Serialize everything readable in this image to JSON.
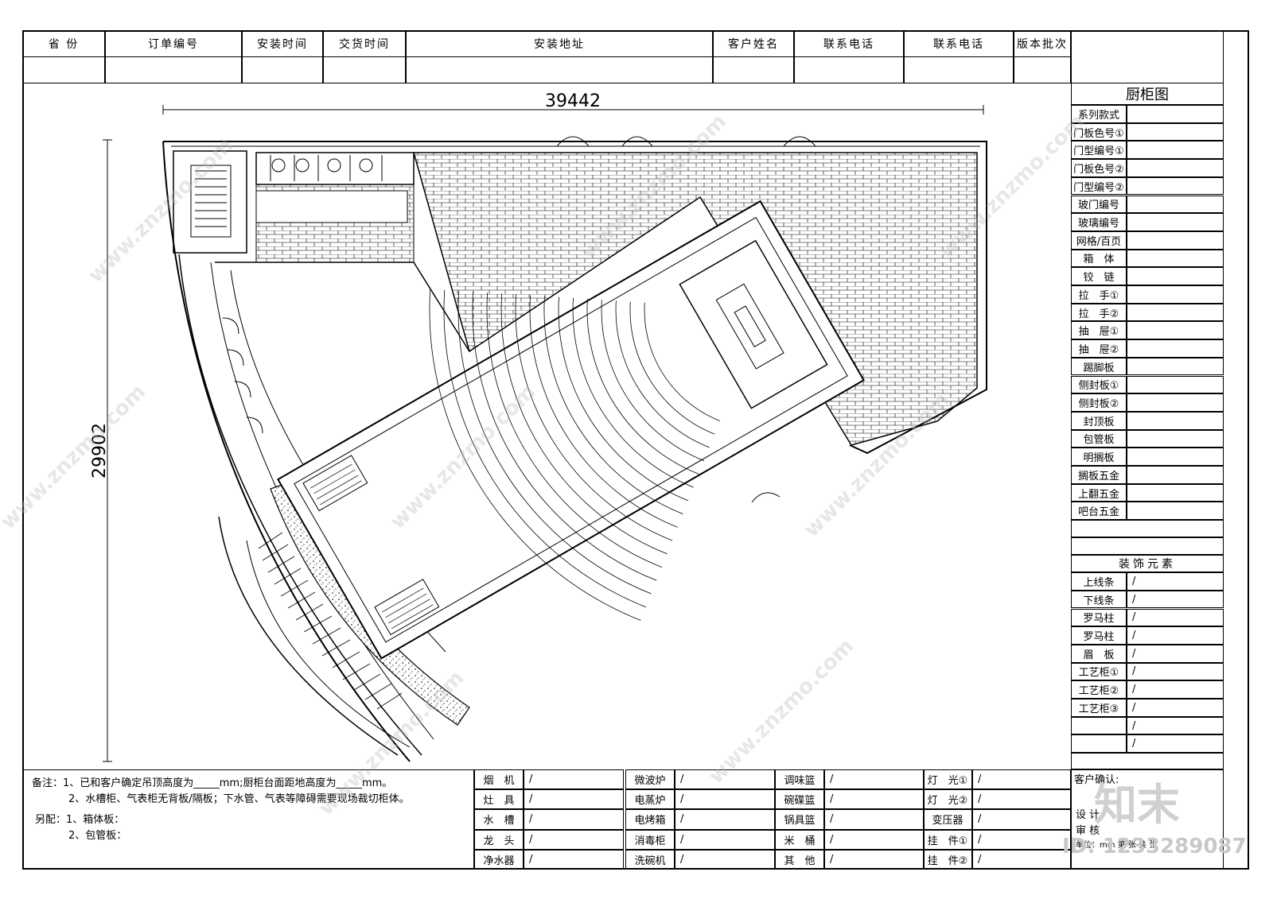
{
  "header": {
    "cols": [
      "省 份",
      "订单编号",
      "安装时间",
      "交货时间",
      "安装地址",
      "客户姓名",
      "联系电话",
      "联系电话",
      "版本批次"
    ]
  },
  "drawing": {
    "width_dim": "39442",
    "height_dim": "29902"
  },
  "side": {
    "title": "厨柜图",
    "rows": [
      "系列款式",
      "门板色号①",
      "门型编号①",
      "门板色号②",
      "门型编号②",
      "玻门编号",
      "玻璃编号",
      "网格/百页",
      "箱　体",
      "铰　链",
      "拉　手①",
      "拉　手②",
      "抽　屉①",
      "抽　屉②",
      "踢脚板",
      "侧封板①",
      "侧封板②",
      "封顶板",
      "包管板",
      "明搁板",
      "搁板五金",
      "上翻五金",
      "吧台五金"
    ],
    "decor_title": "装饰元素",
    "decor_rows": [
      "上线条",
      "下线条",
      "罗马柱",
      "罗马柱",
      "眉　板",
      "工艺柜①",
      "工艺柜②",
      "工艺柜③",
      "",
      ""
    ]
  },
  "footer": {
    "note1": "备注：1、已和客户确定吊顶高度为_____mm;厨柜台面距地高度为_____mm。",
    "note2": "2、水槽柜、气表柜无背板/隔板；下水管、气表等障碍需要现场裁切柜体。",
    "extra1": "另配：1、箱体板：",
    "extra2": "2、包管板：",
    "col1": [
      "烟　机",
      "灶　具",
      "水　槽",
      "龙　头",
      "净水器"
    ],
    "col2": [
      "微波炉",
      "电蒸炉",
      "电烤箱",
      "消毒柜",
      "洗碗机"
    ],
    "col3": [
      "调味篮",
      "碗碟篮",
      "锅具篮",
      "米　桶",
      "其　他"
    ],
    "col4": [
      "灯　光①",
      "灯　光②",
      "变压器",
      "挂　件①",
      "挂　件②"
    ],
    "confirm": [
      "客户确认:",
      "设 计",
      "审 核",
      "单位：mm 第 张 共 张"
    ]
  },
  "watermark": {
    "site": "www.znzmo.com",
    "brand": "知末",
    "id": "ID: 1233289087"
  }
}
